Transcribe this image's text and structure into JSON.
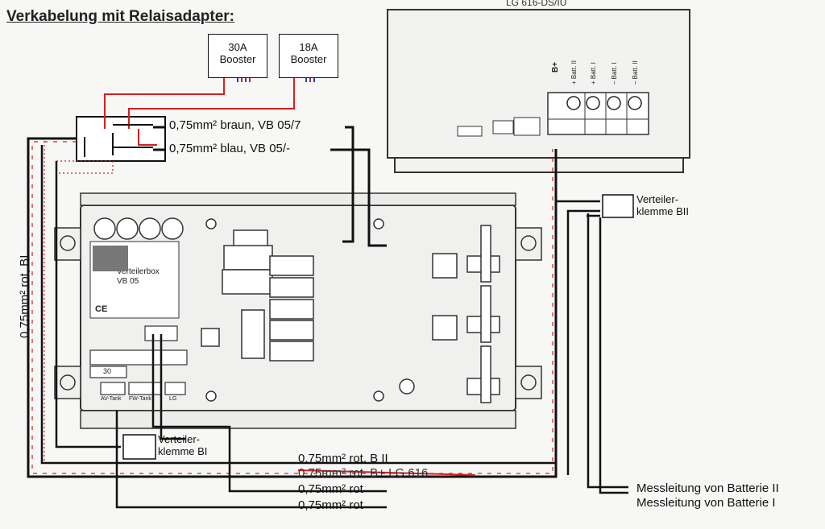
{
  "title": "Verkabelung mit Relaisadapter:",
  "top_device": "LG 616-DS/IU",
  "boosters": [
    "30A\nBooster",
    "18A\nBooster"
  ],
  "wires": {
    "braun": "0,75mm² braun, VB 05/7",
    "blau": "0,75mm² blau, VB 05/-",
    "rot_b1": "0,75mm² rot, BI",
    "rot_b2": "0,75mm² rot, B II",
    "rot_lg": "0,75mm² rot, B+ LG 616",
    "rot_a": "0,75mm² rot",
    "rot_b": "0,75mm² rot"
  },
  "terminals": {
    "b2": "Verteiler-\nklemme BII",
    "b1": "Verteiler-\nklemme BI"
  },
  "measure": {
    "b2": "Messleitung von Batterie II",
    "b1": "Messleitung von Batterie I"
  },
  "verteilerbox": {
    "name": "Verteilerbox\nVB 05",
    "ce": "CE",
    "row_num": "30",
    "labels": [
      "AV-Tank",
      "FW-Tank",
      "LG"
    ]
  },
  "lg_labels": [
    "B+",
    "+ Batt. II",
    "+ Batt. I",
    "– Batt. I",
    "– Batt. II"
  ],
  "colors": {
    "red": "#d42020",
    "black": "#111111"
  }
}
